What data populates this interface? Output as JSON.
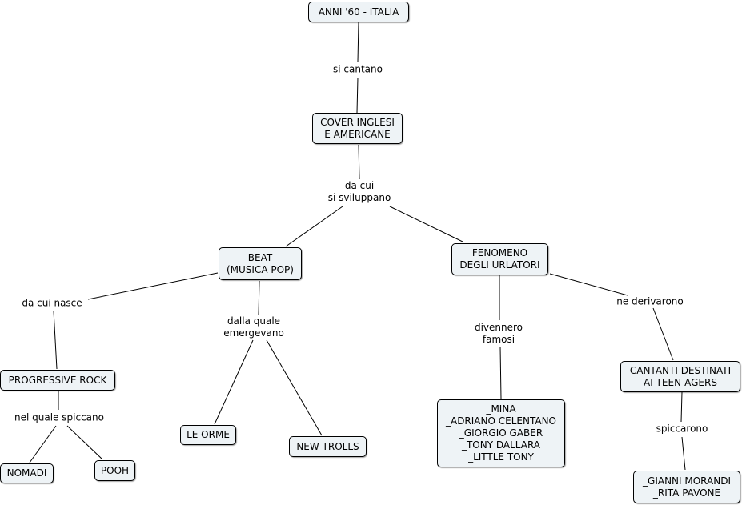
{
  "nodes": {
    "anni60": "ANNI '60 - ITALIA",
    "cover": "COVER INGLESI\nE AMERICANE",
    "beat": "BEAT\n(MUSICA POP)",
    "urlatori": "FENOMENO\nDEGLI URLATORI",
    "progressive": "PROGRESSIVE ROCK",
    "orme": "LE ORME",
    "newtrolls": "NEW TROLLS",
    "mina": "_MINA\n_ADRIANO CELENTANO\n_GIORGIO GABER\n_TONY DALLARA\n_LITTLE TONY",
    "cantanti": "CANTANTI DESTINATI\nAI TEEN-AGERS",
    "nomadi": "NOMADI",
    "pooh": "POOH",
    "morandi": "_GIANNI MORANDI\n_RITA PAVONE"
  },
  "links": {
    "si_cantano": "si cantano",
    "da_cui_si_sviluppano": "da cui\nsi sviluppano",
    "da_cui_nasce": "da cui nasce",
    "dalla_quale": "dalla quale\nemergevano",
    "divennero": "divennero\nfamosi",
    "ne_derivarono": "ne derivarono",
    "nel_quale": "nel quale spiccano",
    "spiccarono": "spiccarono"
  }
}
